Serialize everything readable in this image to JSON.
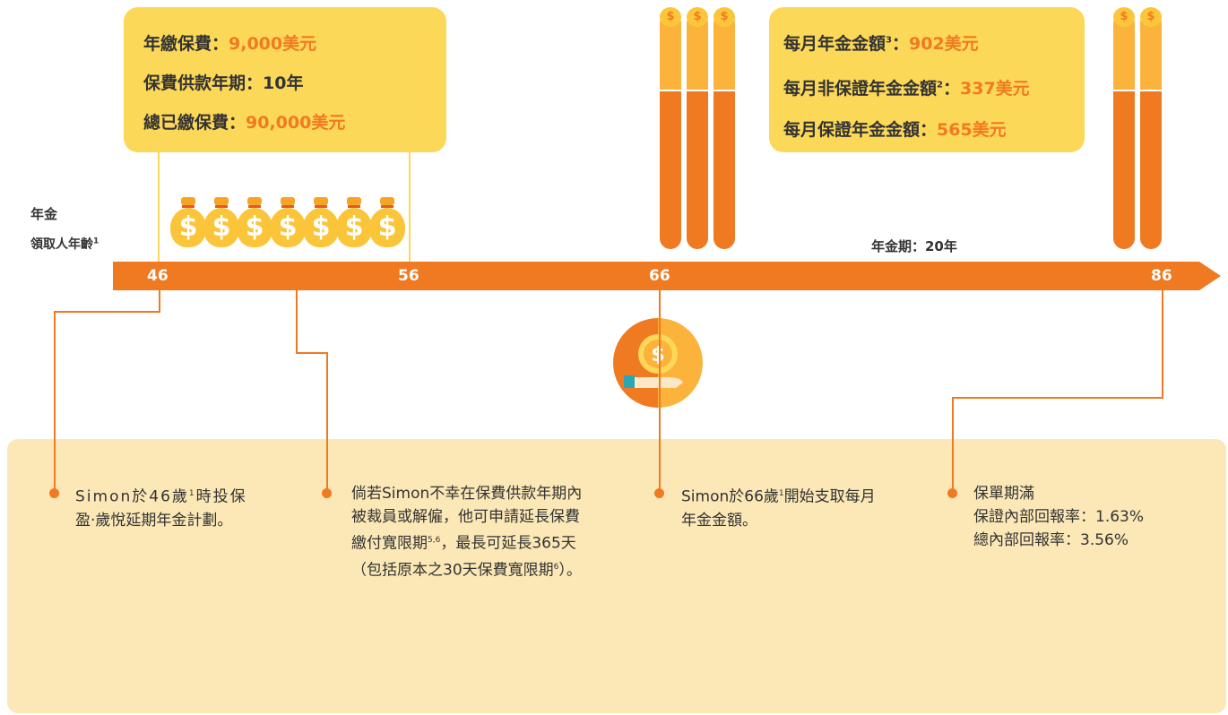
{
  "payment_box": {
    "annual_premium_label": "年繳保費：",
    "annual_premium_value": "9,000美元",
    "payment_term": "保費供款年期：10年",
    "total_premium_label": "總已繳保費：",
    "total_premium_value": "90,000美元"
  },
  "annuity_box": {
    "monthly_annuity_label": "每月年金金額",
    "monthly_annuity_sup": "3",
    "monthly_annuity_sep": "：",
    "monthly_annuity_value": "902美元",
    "non_guaranteed_label": "每月非保證年金金額",
    "non_guaranteed_sup": "2",
    "non_guaranteed_sep": "：",
    "non_guaranteed_value": "337美元",
    "guaranteed_label": "每月保證年金金額：",
    "guaranteed_value": "565美元"
  },
  "axis_label": {
    "line1": "年金",
    "line2": "領取人年齡",
    "line2_sup": "1"
  },
  "annuity_period": "年金期：20年",
  "ages": [
    "46",
    "56",
    "66",
    "86"
  ],
  "money_bag_count": 7,
  "notes": {
    "note1_line1_a": "Simon於46歲",
    "note1_line1_sup": "1",
    "note1_line1_b": "時投保",
    "note1_line2": "盈‧歲悅延期年金計劃。",
    "note2_line1": "倘若Simon不幸在保費供款年期內",
    "note2_line2": "被裁員或解僱，他可申請延長保費",
    "note2_line3_a": "繳付寬限期",
    "note2_line3_sup": "5,6",
    "note2_line3_b": "，最長可延長365天",
    "note2_line4_a": "（包括原本之30天保費寬限期",
    "note2_line4_sup": "6",
    "note2_line4_b": "）。",
    "note3_line1_a": "Simon於66歲",
    "note3_line1_sup": "1",
    "note3_line1_b": "開始支取每月",
    "note3_line2": "年金金額。",
    "note4_line1": "保單期滿",
    "note4_line2": "保證內部回報率：1.63%",
    "note4_line3": "總內部回報率：3.56%"
  },
  "colors": {
    "orange": "#f07a22",
    "yellow": "#fcd858",
    "panel": "#fbe8b6"
  },
  "icons": [
    "money-bag-icon",
    "coin-stack-icon",
    "hand-coin-icon",
    "dollar-coin-icon"
  ]
}
